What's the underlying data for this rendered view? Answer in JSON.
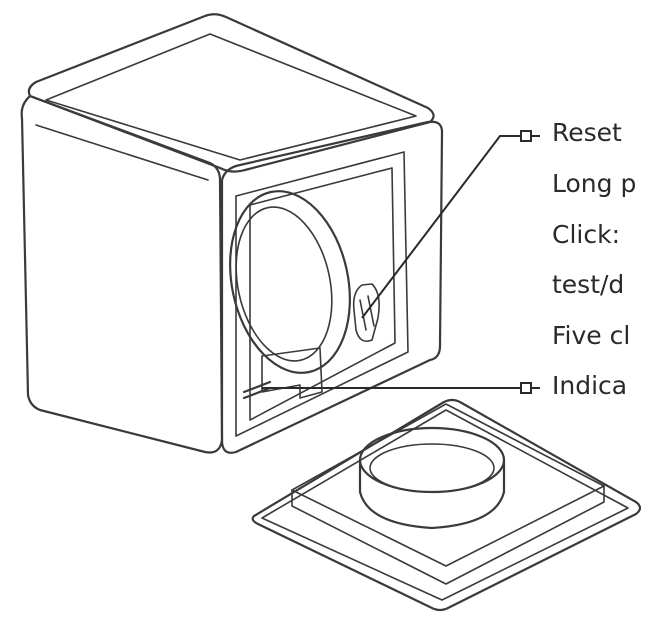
{
  "callouts": [
    {
      "id": "reset",
      "text": "Reset"
    },
    {
      "id": "long-press",
      "text": "Long p"
    },
    {
      "id": "click",
      "text": "Click:"
    },
    {
      "id": "test",
      "text": "test/d"
    },
    {
      "id": "five-clicks",
      "text": "Five cl"
    },
    {
      "id": "indicator",
      "text": "Indica"
    }
  ],
  "colors": {
    "line": "#3a3a3a",
    "text": "#2a2a2a",
    "background": "#ffffff"
  }
}
